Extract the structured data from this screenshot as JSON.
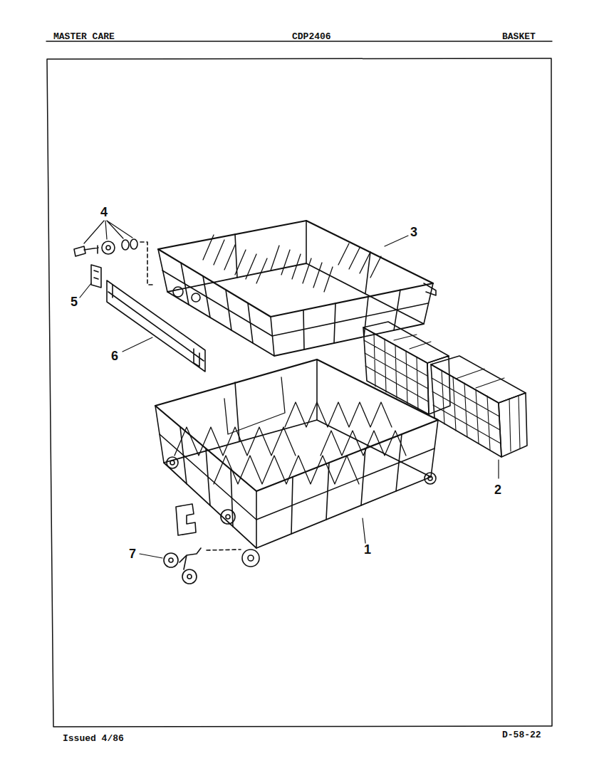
{
  "diagram": {
    "labels": [
      "MASTER CARE",
      "CDP2406",
      "BASKET",
      "4",
      "3",
      "5",
      "6",
      "2",
      "1",
      "7",
      "Issued 4/86",
      "D-58-22"
    ]
  }
}
